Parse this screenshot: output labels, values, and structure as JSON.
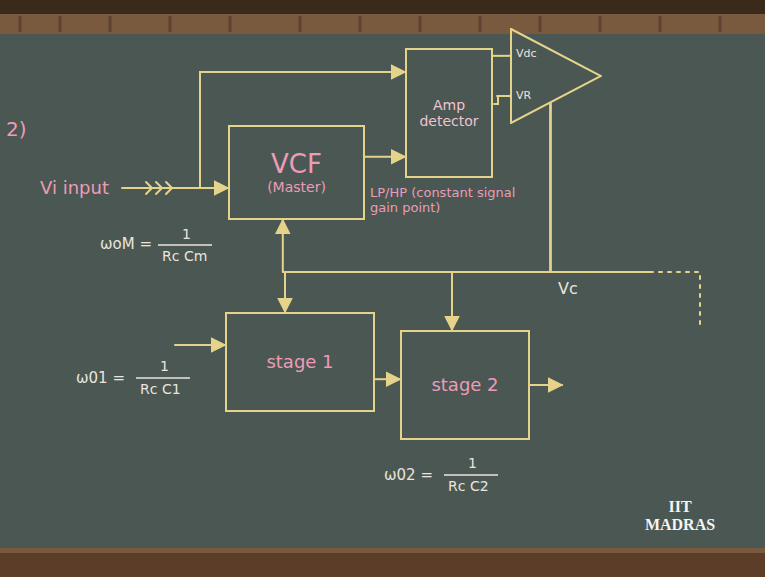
{
  "diagram": {
    "nodes": [
      {
        "text": [
          "VCF",
          "(Master)"
        ]
      },
      {
        "text": [
          "Amp detector"
        ]
      },
      {
        "text": [
          "Vdc",
          "VR"
        ]
      },
      {
        "text": [
          "stage 1"
        ]
      },
      {
        "text": [
          "stage 2"
        ]
      }
    ],
    "edges": [
      {
        "from": 0,
        "to": 1,
        "arrow": "to"
      },
      {
        "from": 1,
        "to": 2,
        "arrow": "none"
      },
      {
        "from": 2,
        "to": 0,
        "arrow": "to"
      },
      {
        "from": 2,
        "to": 3,
        "arrow": "to"
      },
      {
        "from": 2,
        "to": 4,
        "arrow": "to"
      },
      {
        "from": 3,
        "to": 4,
        "arrow": "to"
      }
    ],
    "labels": [
      "2)",
      "Vi input",
      "ωoM =",
      "1",
      "Rc Cm",
      "LP/HP (constant signal gain point)",
      "Vc",
      "ω01 =",
      "1",
      "Rc C1",
      "ω02 =",
      "1",
      "Rc C2",
      "IIT MADRAS"
    ]
  }
}
